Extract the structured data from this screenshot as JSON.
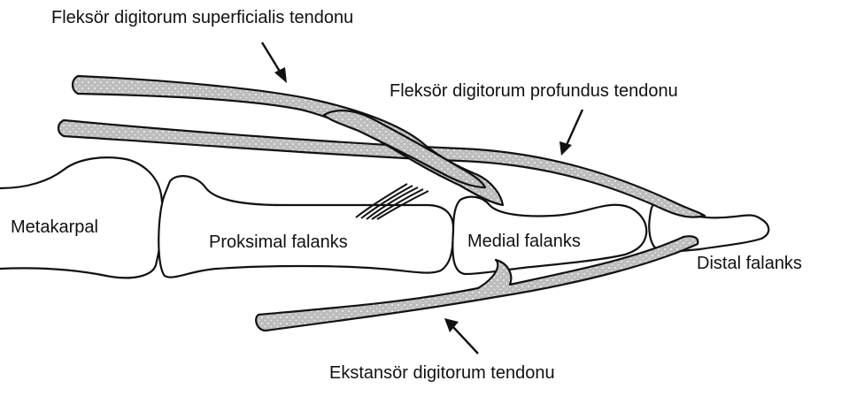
{
  "labels": {
    "fds": "Fleksör digitorum superficialis tendonu",
    "fdp": "Fleksör digitorum profundus tendonu",
    "metacarpal": "Metakarpal",
    "proximal": "Proksimal falanks",
    "medial": "Medial falanks",
    "distal": "Distal falanks",
    "extensor": "Ekstansör digitorum tendonu"
  },
  "colors": {
    "tendon_fill": "#bdbdbd",
    "tendon_dots": "#f2f2f2",
    "outline": "#111111",
    "bone_fill": "#ffffff"
  }
}
